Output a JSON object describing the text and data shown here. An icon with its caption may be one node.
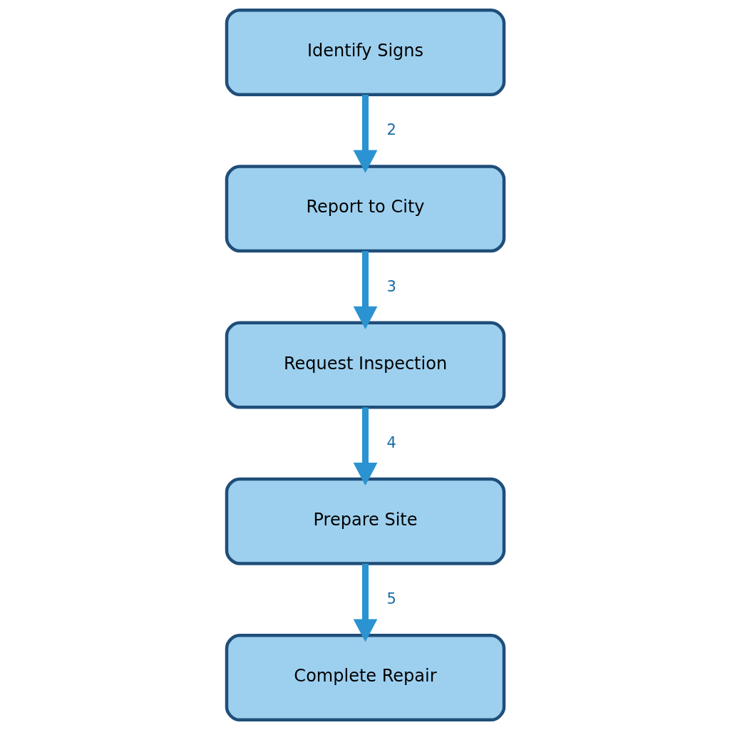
{
  "diagram": {
    "nodes": [
      {
        "text": [
          "Identify Signs"
        ]
      },
      {
        "text": [
          "Report to City"
        ]
      },
      {
        "text": [
          "Request Inspection"
        ]
      },
      {
        "text": [
          "Prepare Site"
        ]
      },
      {
        "text": [
          "Complete Repair"
        ]
      }
    ],
    "edges": [
      {
        "from": 0,
        "to": 1,
        "arrow": "to",
        "label": "2"
      },
      {
        "from": 1,
        "to": 2,
        "arrow": "to",
        "label": "3"
      },
      {
        "from": 2,
        "to": 3,
        "arrow": "to",
        "label": "4"
      },
      {
        "from": 3,
        "to": 4,
        "arrow": "to",
        "label": "5"
      }
    ]
  }
}
